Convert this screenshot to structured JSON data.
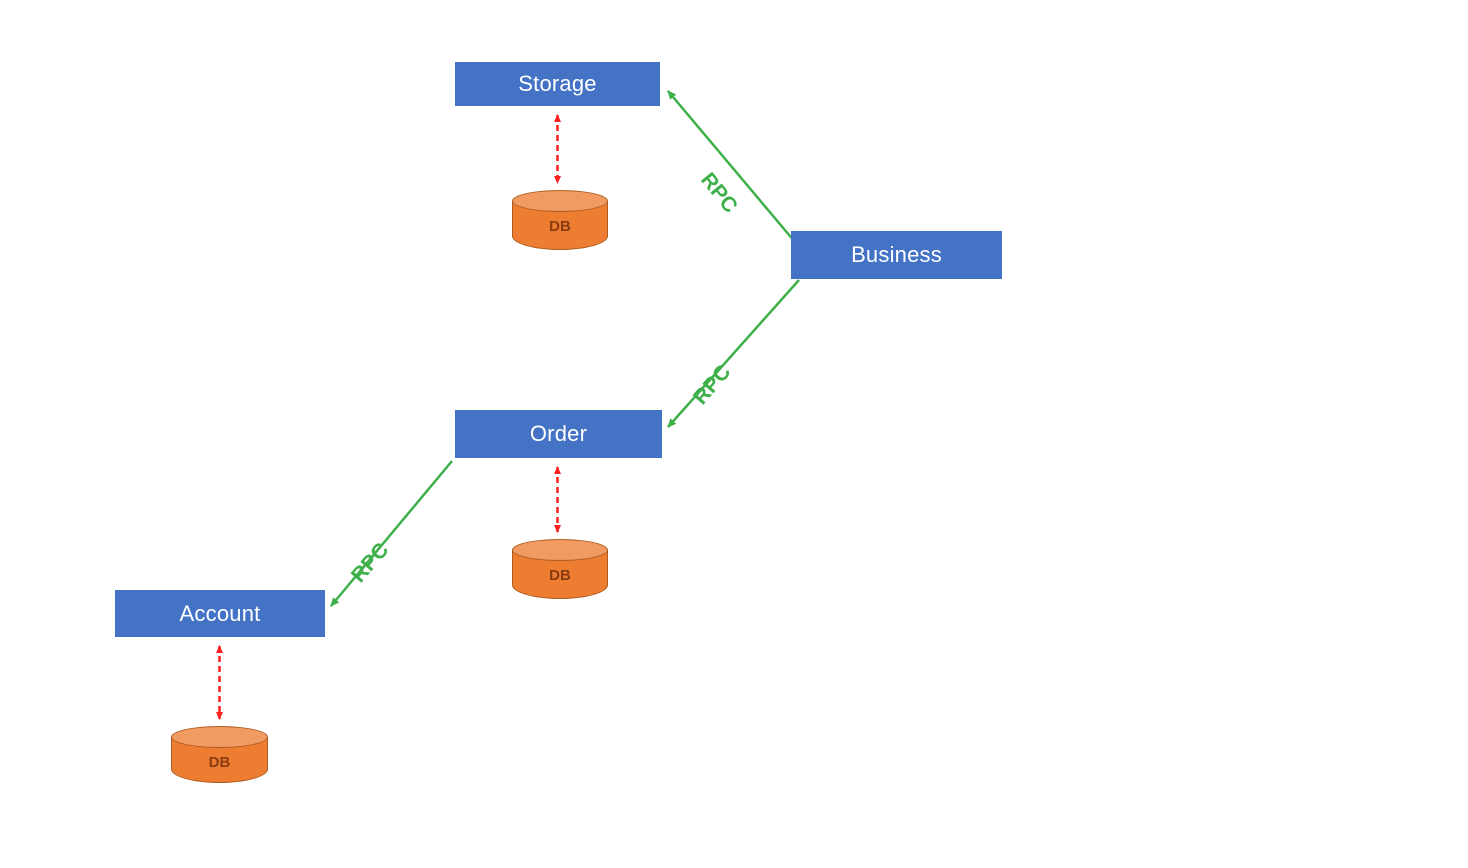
{
  "diagram": {
    "nodes": {
      "storage": {
        "label": "Storage"
      },
      "business": {
        "label": "Business"
      },
      "order": {
        "label": "Order"
      },
      "account": {
        "label": "Account"
      }
    },
    "databases": {
      "storage_db": {
        "label": "DB"
      },
      "order_db": {
        "label": "DB"
      },
      "account_db": {
        "label": "DB"
      }
    },
    "edges": {
      "business_storage": {
        "label": "RPC"
      },
      "business_order": {
        "label": "RPC"
      },
      "order_account": {
        "label": "RPC"
      }
    },
    "colors": {
      "service_fill": "#4472C4",
      "service_text": "#FFFFFF",
      "db_fill": "#ED7D31",
      "db_top_fill": "#F19B63",
      "db_border": "#AE5B21",
      "db_text": "#8A3C10",
      "rpc_edge": "#3EB049",
      "db_edge": "#FF1F1F"
    }
  }
}
